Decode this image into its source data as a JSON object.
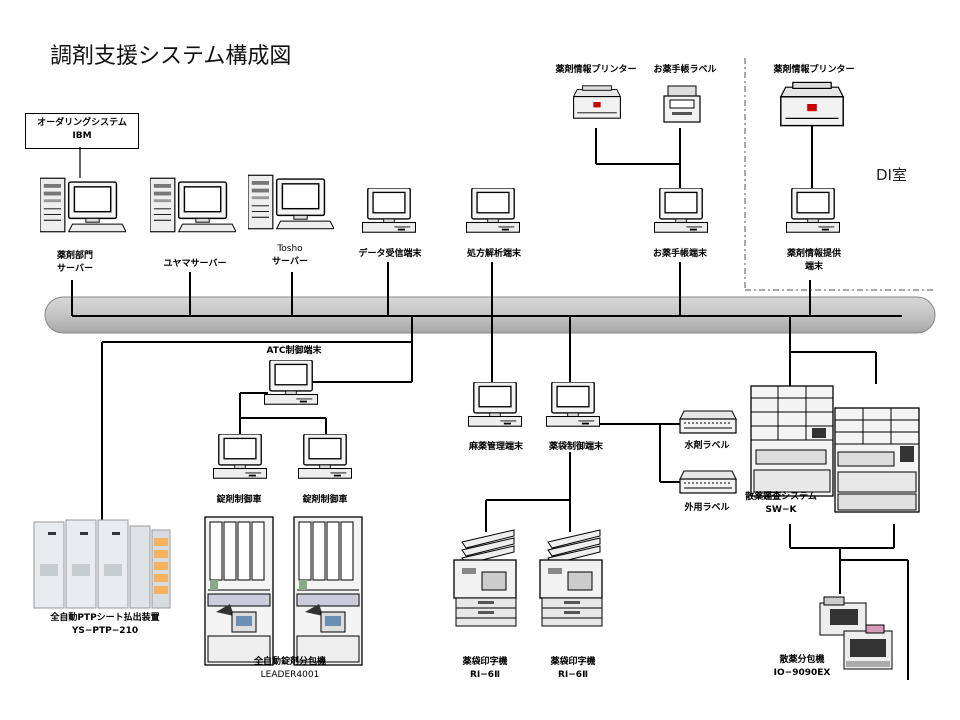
{
  "title": "調剤支援システム構成図",
  "ibm_box": {
    "line1": "オーダリングシステム",
    "line2": "IBM"
  },
  "room_label": "DI室",
  "servers": {
    "dept": {
      "line1": "薬剤部門",
      "line2": "サーバー"
    },
    "yuyama": {
      "line1": "ユヤマサーバー"
    },
    "tosho": {
      "line1": "Tosho",
      "line2": "サーバー"
    }
  },
  "terminals": {
    "data_recv": "データ受信端末",
    "rx_analysis": "処方解析端末",
    "med_notebook": "お薬手帳端末",
    "drug_info": {
      "line1": "薬剤情報提供",
      "line2": "端末"
    },
    "atc": "ATC制御端末",
    "narcotic": "麻薬管理端末",
    "bag_control": "薬袋制御端末",
    "tablet_car_1": "錠剤制御車",
    "tablet_car_2": "錠剤制御車"
  },
  "printers": {
    "drug_info_printer_1": "薬剤情報プリンター",
    "notebook_label": "お薬手帳ラベル",
    "drug_info_printer_2": "薬剤情報プリンター",
    "liquid_label": "水剤ラベル",
    "external_label": "外用ラベル"
  },
  "devices": {
    "ptp": {
      "line1": "全自動PTPシート払出装置",
      "line2": "YS−PTP−210"
    },
    "leader": {
      "line1": "全自動錠剤分包機",
      "line2": "LEADER4001"
    },
    "bag_printer_1": {
      "line1": "薬袋印字機",
      "line2": "RI−6Ⅱ"
    },
    "bag_printer_2": {
      "line1": "薬袋印字機",
      "line2": "RI−6Ⅱ"
    },
    "powder_audit": {
      "line1": "散薬鑑査システム",
      "line2": "SW−K"
    },
    "powder_packer": {
      "line1": "散薬分包機",
      "line2": "IO−9090EX"
    }
  }
}
